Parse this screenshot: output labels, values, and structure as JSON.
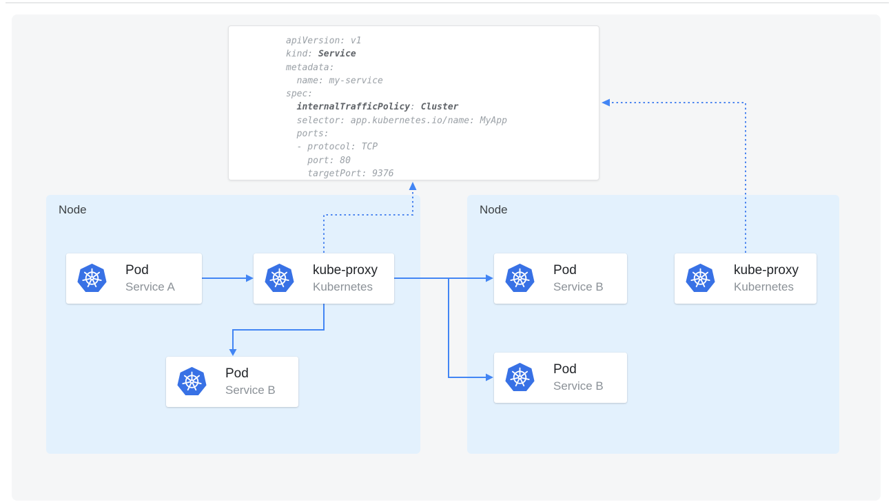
{
  "yaml_card": {
    "lines": [
      [
        {
          "t": "apiVersion: v1",
          "b": false
        }
      ],
      [
        {
          "t": "kind: ",
          "b": false
        },
        {
          "t": "Service",
          "b": true
        }
      ],
      [
        {
          "t": "metadata:",
          "b": false
        }
      ],
      [
        {
          "t": "  name: my-service",
          "b": false
        }
      ],
      [
        {
          "t": "spec:",
          "b": false
        }
      ],
      [
        {
          "t": "  ",
          "b": false
        },
        {
          "t": "internalTrafficPolicy",
          "b": true
        },
        {
          "t": ": ",
          "b": false
        },
        {
          "t": "Cluster",
          "b": true
        }
      ],
      [
        {
          "t": "  selector: app.kubernetes.io/name: MyApp",
          "b": false
        }
      ],
      [
        {
          "t": "  ports:",
          "b": false
        }
      ],
      [
        {
          "t": "  - protocol: TCP",
          "b": false
        }
      ],
      [
        {
          "t": "    port: 80",
          "b": false
        }
      ],
      [
        {
          "t": "    targetPort: 9376",
          "b": false
        }
      ]
    ]
  },
  "nodes": [
    {
      "label": "Node",
      "cards": [
        {
          "icon": "kubernetes-icon",
          "title": "Pod",
          "subtitle": "Service A"
        },
        {
          "icon": "kubernetes-icon",
          "title": "kube-proxy",
          "subtitle": "Kubernetes"
        },
        {
          "icon": "kubernetes-icon",
          "title": "Pod",
          "subtitle": "Service B"
        }
      ]
    },
    {
      "label": "Node",
      "cards": [
        {
          "icon": "kubernetes-icon",
          "title": "Pod",
          "subtitle": "Service B"
        },
        {
          "icon": "kubernetes-icon",
          "title": "kube-proxy",
          "subtitle": "Kubernetes"
        },
        {
          "icon": "kubernetes-icon",
          "title": "Pod",
          "subtitle": "Service B"
        }
      ]
    }
  ],
  "colors": {
    "accent_line": "#4285f4",
    "dotted_line": "#4a84ef",
    "kubernetes_blue": "#3871e5",
    "node_bg": "#e3f1fd",
    "panel_bg": "#f5f6f7",
    "code_normal": "#9aa0a6",
    "code_bold": "#5f6368"
  }
}
